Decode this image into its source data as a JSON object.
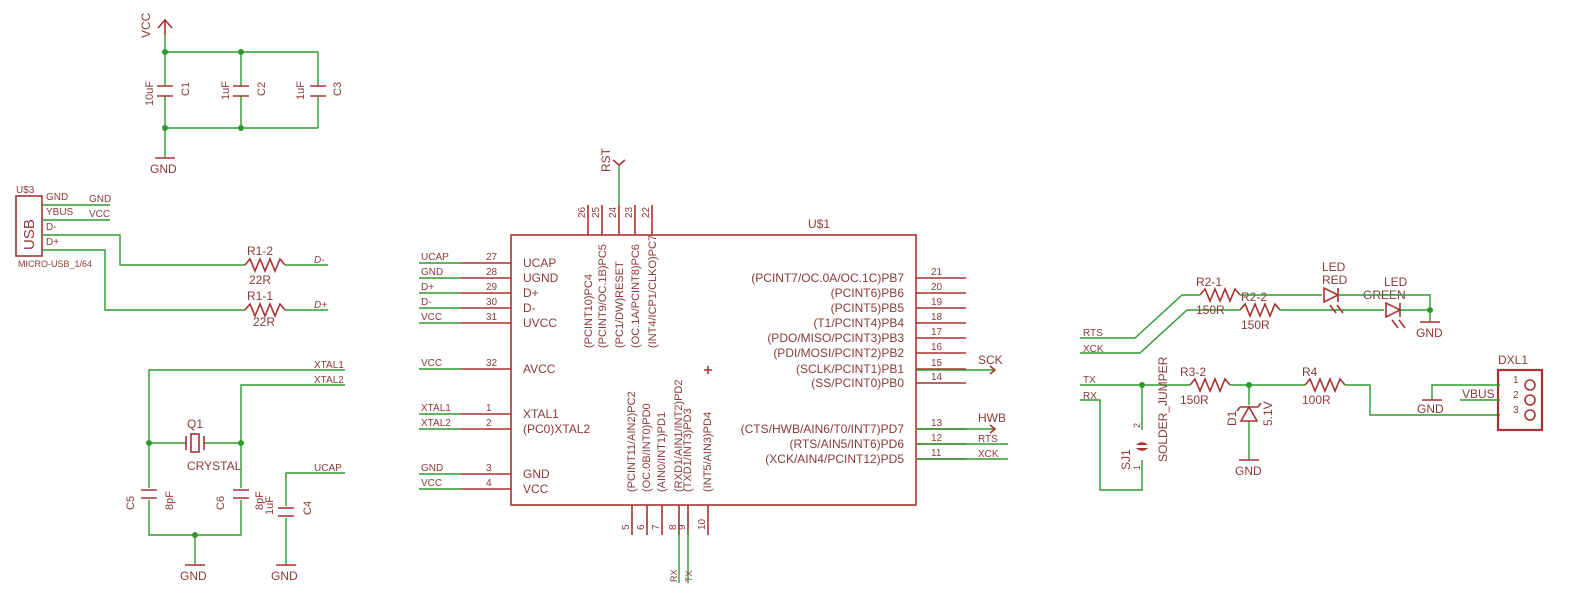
{
  "power": {
    "vcc": "VCC",
    "gnd": "GND",
    "rst": "RST"
  },
  "caps": {
    "c1": {
      "ref": "C1",
      "val": "10uF"
    },
    "c2": {
      "ref": "C2",
      "val": "1uF"
    },
    "c3": {
      "ref": "C3",
      "val": "1uF"
    },
    "c4": {
      "ref": "C4",
      "val": "1uF"
    },
    "c5": {
      "ref": "C5",
      "val": "8pF"
    },
    "c6": {
      "ref": "C6",
      "val": "8pF"
    }
  },
  "usb": {
    "ref": "U$3",
    "body": "USB",
    "value": "MICRO-USB_1/64",
    "pins": [
      "GND",
      "YBUS",
      "D-",
      "D+"
    ],
    "nets": [
      "GND",
      "VCC"
    ]
  },
  "resistors": {
    "r1_2": {
      "ref": "R1-2",
      "val": "22R",
      "net": "D-"
    },
    "r1_1": {
      "ref": "R1-1",
      "val": "22R",
      "net": "D+"
    },
    "r2_1": {
      "ref": "R2-1",
      "val": "150R"
    },
    "r2_2": {
      "ref": "R2-2",
      "val": "150R"
    },
    "r3_2": {
      "ref": "R3-2",
      "val": "150R"
    },
    "r4": {
      "ref": "R4",
      "val": "100R"
    }
  },
  "crystal": {
    "ref": "Q1",
    "val": "CRYSTAL",
    "nets": [
      "XTAL1",
      "XTAL2"
    ],
    "c4net": "UCAP"
  },
  "mcu": {
    "ref": "U$1",
    "left_pins": [
      {
        "num": "27",
        "name": "UCAP",
        "net": "UCAP"
      },
      {
        "num": "28",
        "name": "UGND",
        "net": "GND"
      },
      {
        "num": "29",
        "name": "D+",
        "net": "D+"
      },
      {
        "num": "30",
        "name": "D-",
        "net": "D-"
      },
      {
        "num": "31",
        "name": "UVCC",
        "net": "VCC"
      },
      {
        "num": "32",
        "name": "AVCC",
        "net": "VCC"
      },
      {
        "num": "1",
        "name": "XTAL1",
        "net": "XTAL1"
      },
      {
        "num": "2",
        "name": "(PC0)XTAL2",
        "net": "XTAL2"
      },
      {
        "num": "3",
        "name": "GND",
        "net": "GND"
      },
      {
        "num": "4",
        "name": "VCC",
        "net": "VCC"
      }
    ],
    "right_pins": [
      {
        "num": "21",
        "name": "(PCINT7/OC.0A/OC.1C)PB7"
      },
      {
        "num": "20",
        "name": "(PCINT6)PB6"
      },
      {
        "num": "19",
        "name": "(PCINT5)PB5"
      },
      {
        "num": "18",
        "name": "(T1/PCINT4)PB4"
      },
      {
        "num": "17",
        "name": "(PDO/MISO/PCINT3)PB3"
      },
      {
        "num": "16",
        "name": "(PDI/MOSI/PCINT2)PB2"
      },
      {
        "num": "15",
        "name": "(SCLK/PCINT1)PB1"
      },
      {
        "num": "14",
        "name": "(SS/PCINT0)PB0"
      },
      {
        "num": "13",
        "name": "(CTS/HWB/AIN6/T0/INT7)PD7"
      },
      {
        "num": "12",
        "name": "(RTS/AIN5/INT6)PD6"
      },
      {
        "num": "11",
        "name": "(XCK/AIN4/PCINT12)PD5"
      }
    ],
    "top_pins": [
      {
        "num": "26",
        "name": "(PCINT10)PC4"
      },
      {
        "num": "25",
        "name": "(PCINT9/OC.1B)PC5"
      },
      {
        "num": "24",
        "name": "(PC1/DW)RESET"
      },
      {
        "num": "23",
        "name": "(OC.1A/PCINT8)PC6"
      },
      {
        "num": "22",
        "name": "(INT4/ICP1/CLKO)PC7"
      }
    ],
    "bottom_pins": [
      {
        "num": "5",
        "name": "(PCINT11/AIN2)PC2"
      },
      {
        "num": "6",
        "name": "(OC.0B/INT0)PD0"
      },
      {
        "num": "7",
        "name": "(AIN0/INT1)PD1"
      },
      {
        "num": "8",
        "name": "(RXD1/AIN1/INT2)PD2"
      },
      {
        "num": "9",
        "name": "(TXD1/INT3)PD3"
      },
      {
        "num": "10",
        "name": "(INT5/AIN3)PD4"
      }
    ],
    "right_nets": {
      "sck": "SCK",
      "hwb": "HWB",
      "rts": "RTS",
      "xck": "XCK"
    },
    "bottom_nets": {
      "rx": "RX",
      "tx": "TX"
    }
  },
  "right_circuit": {
    "nets": {
      "rts": "RTS",
      "xck": "XCK",
      "tx": "TX",
      "rx": "RX",
      "vbus": "VBUS"
    },
    "led_red": {
      "ref": "LED",
      "val": "RED"
    },
    "led_green": {
      "ref": "LED",
      "val": "GREEN"
    },
    "sj1": {
      "ref": "SJ1",
      "val": "SOLDER_JUMPER",
      "pin1": "1",
      "pin2": "2"
    },
    "d1": {
      "ref": "D1",
      "val": "5.1V"
    },
    "dxl": {
      "ref": "DXL1",
      "pins": [
        "1",
        "2",
        "3"
      ]
    }
  }
}
